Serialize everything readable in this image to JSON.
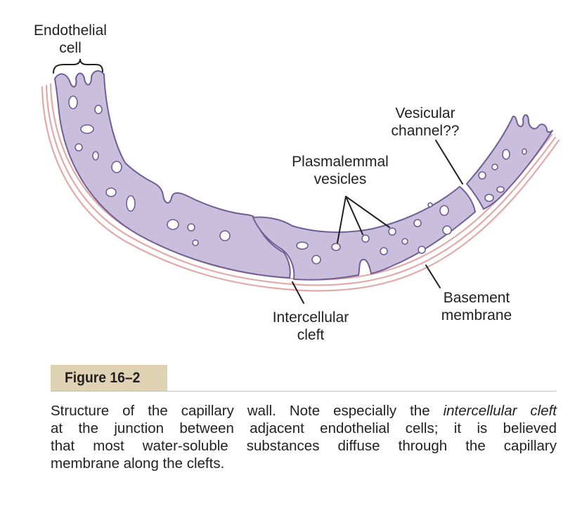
{
  "labels": {
    "endothelial_cell": [
      "Endothelial",
      "cell"
    ],
    "vesicular_channel": [
      "Vesicular",
      "channel??"
    ],
    "plasmalemmal_vesicles": [
      "Plasmalemmal",
      "vesicles"
    ],
    "intercellular_cleft": [
      "Intercellular",
      "cleft"
    ],
    "basement_membrane": [
      "Basement",
      "membrane"
    ]
  },
  "figure": {
    "title": "Figure 16–2",
    "caption": {
      "line1_pre": "Structure of the capillary wall. Note especially the ",
      "line1_em": "intercellular cleft",
      "line2": "at the junction between adjacent endothelial cells; it is believed",
      "line3": "that most water-soluble substances diffuse through the capillary",
      "line4": "membrane along the clefts."
    }
  },
  "colors": {
    "cell_fill": "#c9bfdd",
    "cell_stroke": "#6f5f96",
    "membrane": "#e3a9a9",
    "leader": "#231f20",
    "figure_tab": "#dfd3b4"
  }
}
